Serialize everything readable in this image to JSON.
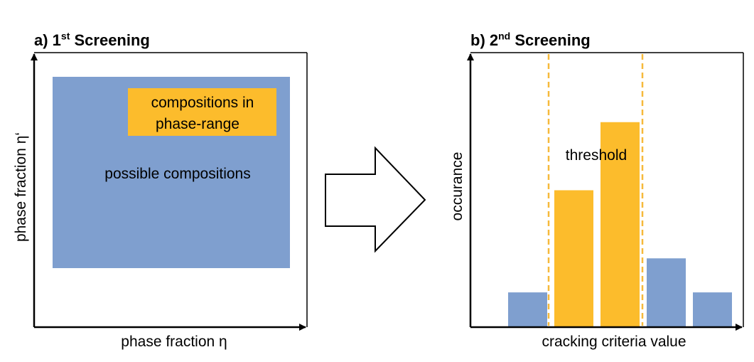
{
  "panel_a": {
    "title_prefix": "a) 1",
    "title_sup": "st",
    "title_suffix": " Screening",
    "xlabel": "phase fraction η",
    "ylabel": "phase fraction η‘",
    "outer_label": "possible compositions",
    "inner_label_line1": "compositions in",
    "inner_label_line2": "phase-range"
  },
  "panel_b": {
    "title_prefix": "b) 2",
    "title_sup": "nd",
    "title_suffix": " Screening",
    "threshold_label": "threshold"
  },
  "colors": {
    "blue": "#7f9fcf",
    "orange": "#fcbc2c",
    "threshold_line": "#f6b93b",
    "axis": "#000000"
  },
  "chart_data": {
    "type": "bar",
    "xlabel": "cracking criteria value",
    "ylabel": "occurance",
    "values": [
      1,
      4,
      6,
      2,
      1
    ],
    "highlight": [
      false,
      true,
      true,
      false,
      false
    ],
    "ylim": [
      0,
      8
    ],
    "grid": false
  }
}
